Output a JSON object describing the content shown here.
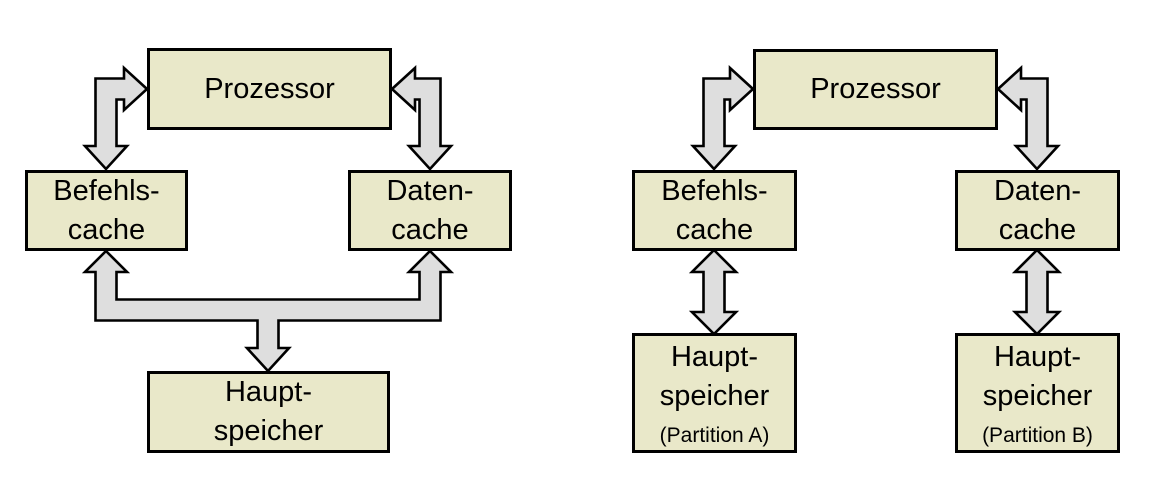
{
  "colors": {
    "background": "#ffffff",
    "box_fill": "#e9e8c9",
    "box_border": "#000000",
    "arrow_fill": "#dedede",
    "arrow_outline": "#000000",
    "text_color": "#000000"
  },
  "left_diagram": {
    "processor": {
      "label": "Prozessor"
    },
    "instruction_cache": {
      "line1": "Befehls-",
      "line2": "cache"
    },
    "data_cache": {
      "line1": "Daten-",
      "line2": "cache"
    },
    "main_memory": {
      "line1": "Haupt-",
      "line2": "speicher"
    }
  },
  "right_diagram": {
    "processor": {
      "label": "Prozessor"
    },
    "instruction_cache": {
      "line1": "Befehls-",
      "line2": "cache"
    },
    "data_cache": {
      "line1": "Daten-",
      "line2": "cache"
    },
    "main_memory_a": {
      "line1": "Haupt-",
      "line2": "speicher",
      "note": "(Partition A)"
    },
    "main_memory_b": {
      "line1": "Haupt-",
      "line2": "speicher",
      "note": "(Partition B)"
    }
  }
}
